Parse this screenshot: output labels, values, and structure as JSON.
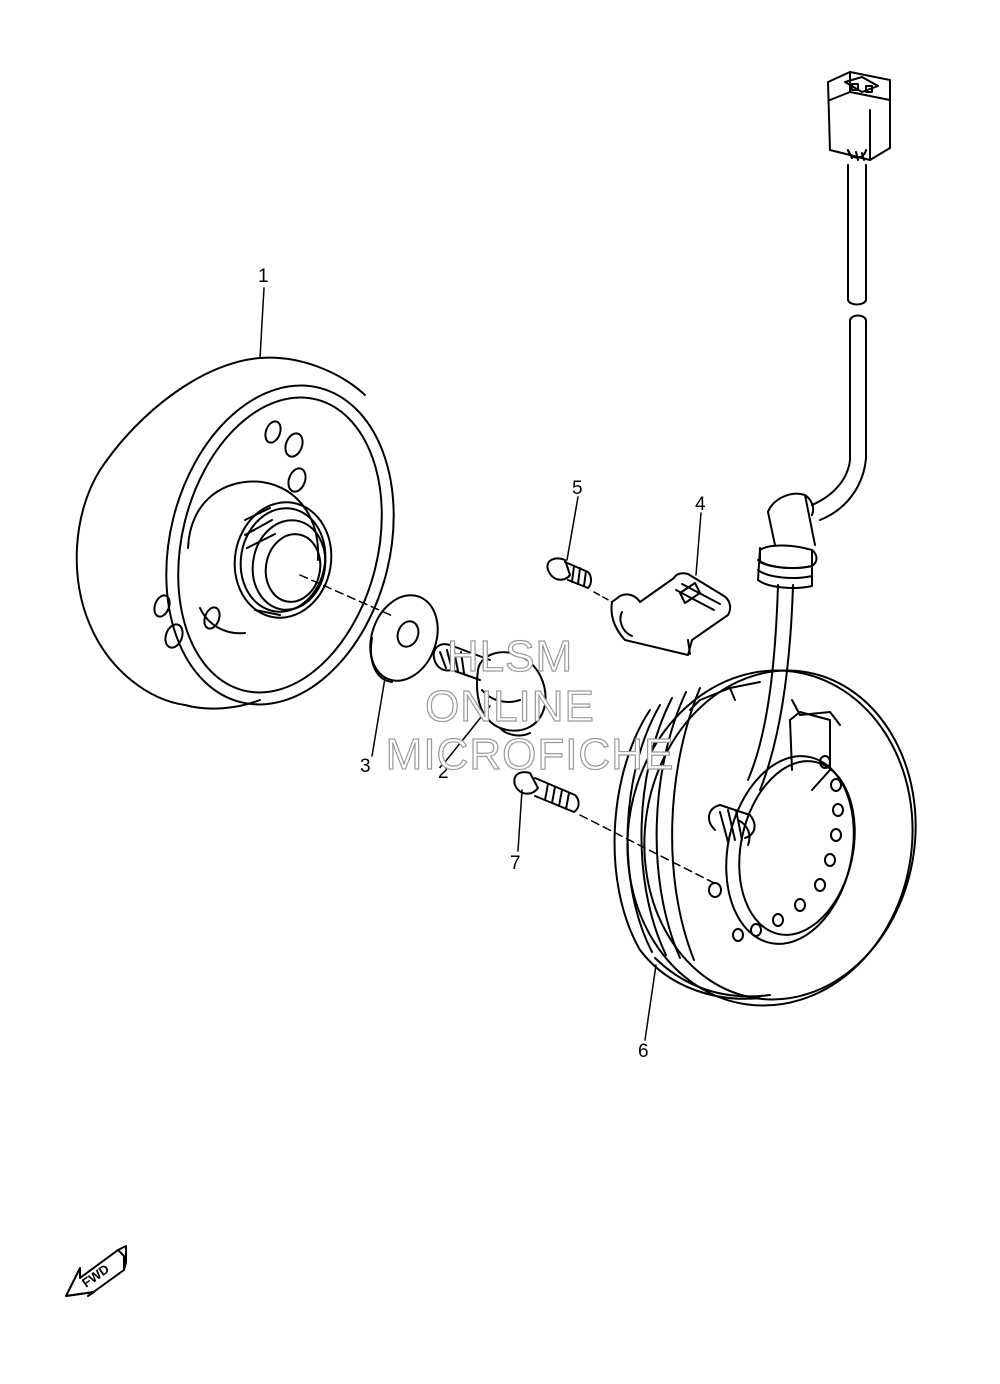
{
  "callouts": {
    "p1": "1",
    "p2": "2",
    "p3": "3",
    "p4": "4",
    "p5": "5",
    "p6": "6",
    "p7": "7"
  },
  "watermark": {
    "line1": "HLSM",
    "line2": "ONLINE",
    "line3": "MICROFICHE"
  },
  "fwd_label": "FWD",
  "colors": {
    "line": "#000000",
    "watermark_outline": "#9a9a9a",
    "background": "#ffffff"
  }
}
